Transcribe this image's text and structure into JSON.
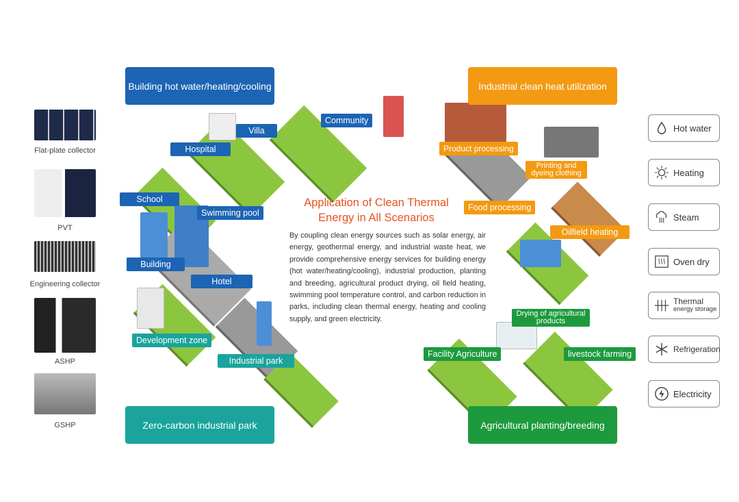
{
  "title": "Application of Clean Thermal Energy in All Scenarios",
  "description": "By coupling clean energy sources such as solar energy, air energy, geothermal energy, and industrial waste heat, we provide comprehensive energy services for building energy (hot water/heating/cooling), industrial production, planting and breeding, agricultural product drying, oil field heating, swimming pool temperature control, and carbon reduction in parks, including clean thermal energy, heating and cooling supply, and green electricity.",
  "colors": {
    "blue": "#1c64b4",
    "orange": "#f39a12",
    "teal": "#1aa49c",
    "green": "#1d9a3e",
    "title": "#e9531f"
  },
  "sources": [
    {
      "label": "Flat-plate collector"
    },
    {
      "label": "PVT"
    },
    {
      "label": "Engineering collector"
    },
    {
      "label": "ASHP"
    },
    {
      "label": "GSHP"
    }
  ],
  "sectors": {
    "building": {
      "title": "Building hot water/heating/cooling",
      "items": [
        "Villa",
        "Community",
        "Hospital",
        "School",
        "Swimming pool",
        "Building",
        "Hotel"
      ]
    },
    "industrial": {
      "title": "Industrial clean heat utilization",
      "items": [
        "Product processing",
        "Printing and dyeing clothing",
        "Food processing",
        "Oilfield heating"
      ]
    },
    "park": {
      "title": "Zero-carbon industrial park",
      "items": [
        "Development zone",
        "Industrial park"
      ]
    },
    "agri": {
      "title": "Agricultural planting/breeding",
      "items": [
        "Drying of agricultural products",
        "Facility Agriculture",
        "livestock farming"
      ]
    }
  },
  "outputs": [
    {
      "label": "Hot water",
      "icon": "water-drop-icon"
    },
    {
      "label": "Heating",
      "icon": "sun-icon"
    },
    {
      "label": "Steam",
      "icon": "steam-icon"
    },
    {
      "label": "Oven dry",
      "icon": "oven-icon"
    },
    {
      "label": "Thermal",
      "sublabel": "energy storage",
      "icon": "thermal-storage-icon"
    },
    {
      "label": "Refrigeration",
      "icon": "snowflake-icon"
    },
    {
      "label": "Electricity",
      "icon": "lightning-icon"
    }
  ]
}
